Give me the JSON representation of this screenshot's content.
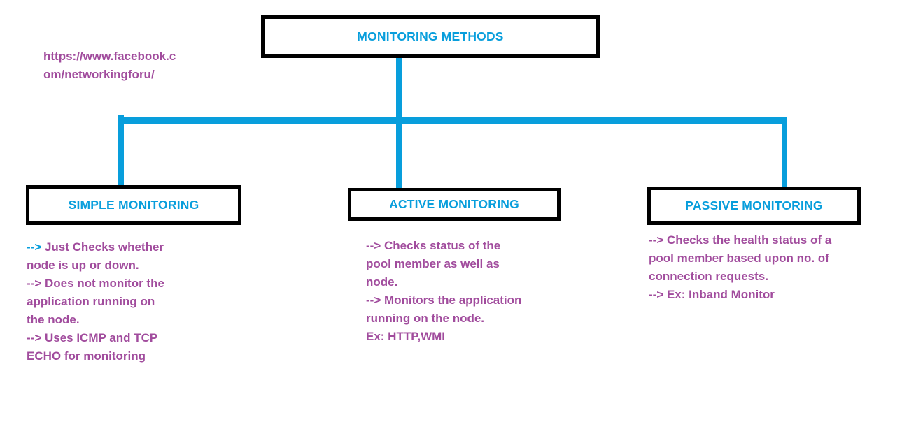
{
  "colors": {
    "line_blue": "#089EDC",
    "title_blue": "#089EDC",
    "body_purple": "#A14C9D",
    "border_black": "#000000"
  },
  "watermark": {
    "url_text": "https://www.facebook.c\nom/networkingforu/"
  },
  "root_node": {
    "title": "MONITORING METHODS"
  },
  "branches": [
    {
      "id": "simple",
      "title": "SIMPLE MONITORING",
      "arrow_prefix": "-->",
      "first_line_rest": " Just Checks whether",
      "lines": [
        "node is up or down.",
        "--> Does not monitor the",
        "application running on",
        "the node.",
        "--> Uses ICMP and TCP",
        "ECHO for monitoring"
      ]
    },
    {
      "id": "active",
      "title": "ACTIVE MONITORING",
      "lines": [
        "--> Checks status of the",
        "pool member as well as",
        "node.",
        "--> Monitors the application",
        "running on the node.",
        "Ex: HTTP,WMI"
      ]
    },
    {
      "id": "passive",
      "title": "PASSIVE MONITORING",
      "lines": [
        "--> Checks the health status of a",
        "pool member based upon no. of",
        "connection requests.",
        "--> Ex: Inband Monitor"
      ]
    }
  ]
}
